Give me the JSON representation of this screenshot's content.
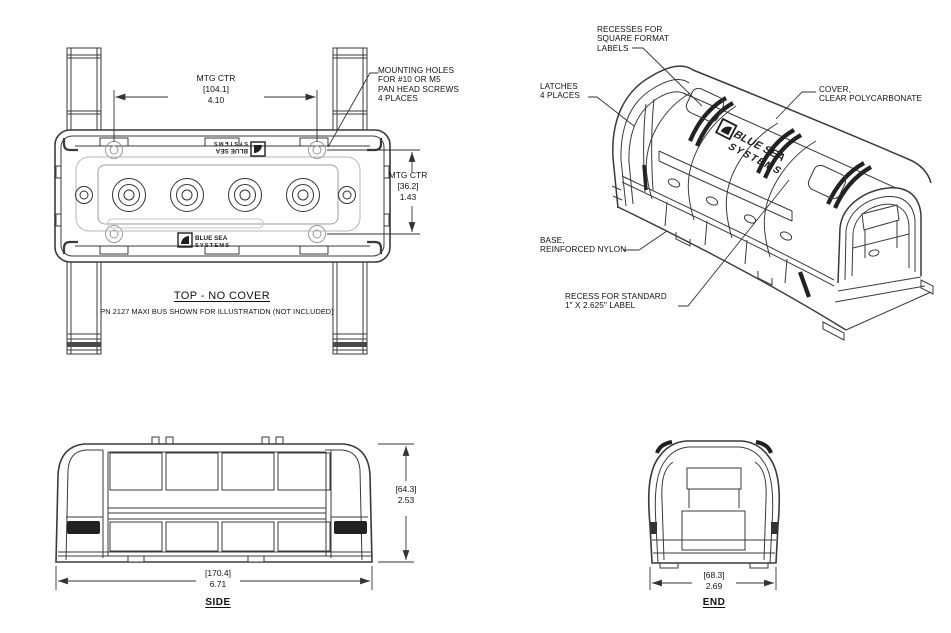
{
  "colors": {
    "line": "#3a3a3a",
    "dark": "#1f1f1f",
    "faint": "#b5b5b5",
    "text": "#111111"
  },
  "drawing": {
    "brand": {
      "line1": "BLUE SEA",
      "line2": "SYSTEMS"
    }
  },
  "top_view": {
    "title": "TOP - NO COVER",
    "note": "PN 2127 MAXI BUS SHOWN FOR ILLUSTRATION (NOT INCLUDED)",
    "dims": {
      "mounting_center_horizontal": "MTG CTR\n[104.1]\n4.10",
      "mounting_center_vertical": "MTG CTR\n[36.2]\n1.43"
    },
    "callouts": {
      "mounting_holes": "MOUNTING HOLES\nFOR #10 OR M5\nPAN HEAD SCREWS\n4 PLACES"
    }
  },
  "iso_view": {
    "callouts": {
      "recesses": "RECESSES FOR\nSQUARE FORMAT\nLABELS",
      "latches": "LATCHES\n4 PLACES",
      "cover": "COVER,\nCLEAR POLYCARBONATE",
      "base": "BASE,\nREINFORCED NYLON",
      "label_recess": "RECESS FOR STANDARD\n1\" X 2.625\" LABEL"
    }
  },
  "side_view": {
    "label": "SIDE",
    "dims": {
      "height": "[64.3]\n2.53",
      "width": "[170.4]\n6.71"
    }
  },
  "end_view": {
    "label": "END",
    "dims": {
      "width": "[68.3]\n2.69"
    }
  }
}
